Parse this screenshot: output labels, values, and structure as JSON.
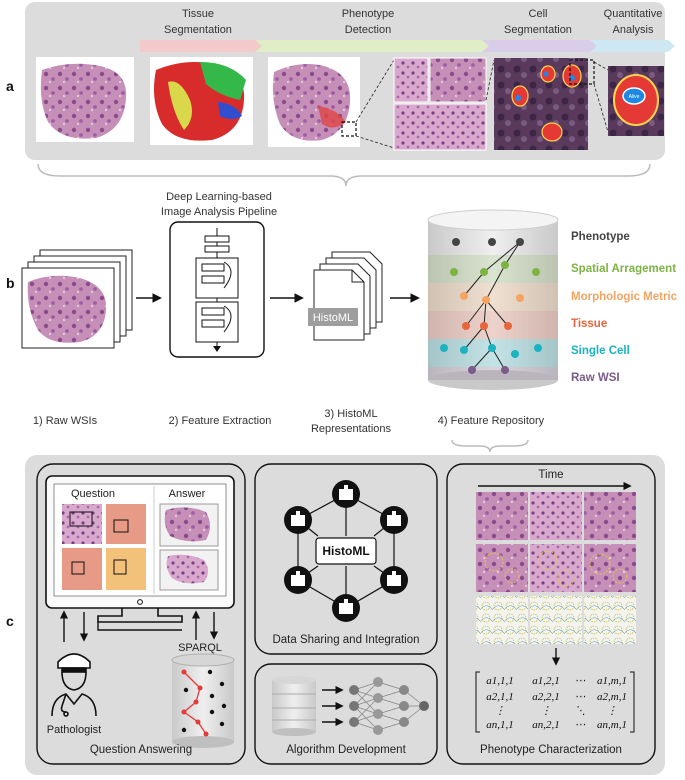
{
  "panel_labels": {
    "a": "a",
    "b": "b",
    "c": "c"
  },
  "panel_a": {
    "stages": [
      {
        "label_1": "Tissue",
        "label_2": "Segmentation"
      },
      {
        "label_1": "Phenotype",
        "label_2": "Detection"
      },
      {
        "label_1": "Cell",
        "label_2": "Segmentation"
      },
      {
        "label_1": "Quantitative",
        "label_2": "Analysis"
      }
    ],
    "stage_colors": [
      "#f3c9c9",
      "#dfeec7",
      "#d9cdea",
      "#cde8f2"
    ],
    "cell_tag": "Alive"
  },
  "panel_b": {
    "pipeline_title_1": "Deep Learning-based",
    "pipeline_title_2": "Image Analysis Pipeline",
    "histoml_tag": "HistoML",
    "steps": [
      {
        "line_1": "1) Raw WSIs",
        "line_2": ""
      },
      {
        "line_1": "2) Feature Extraction",
        "line_2": ""
      },
      {
        "line_1": "3) HistoML",
        "line_2": "Representations"
      },
      {
        "line_1": "4) Feature Repository",
        "line_2": ""
      }
    ],
    "layers": [
      {
        "name": "Phenotype",
        "color": "#444444"
      },
      {
        "name": "Spatial Arragement",
        "color": "#7cb342"
      },
      {
        "name": "Morphologic Metric",
        "color": "#f4a460"
      },
      {
        "name": "Tissue",
        "color": "#e8643a"
      },
      {
        "name": "Single Cell",
        "color": "#19b3c2"
      },
      {
        "name": "Raw WSI",
        "color": "#7a5c8a"
      }
    ]
  },
  "panel_c": {
    "qa": {
      "question_label": "Question",
      "answer_label": "Answer",
      "sparql_label": "SPARQL",
      "pathologist_label": "Pathologist",
      "caption": "Question Answering"
    },
    "sharing": {
      "center_label": "HistoML",
      "caption": "Data Sharing and Integration"
    },
    "algorithm": {
      "caption": "Algorithm Development"
    },
    "phenotype": {
      "time_label": "Time",
      "caption": "Phenotype Characterization",
      "matrix": [
        [
          "a1,1,1",
          "a1,2,1",
          "⋯",
          "a1,m,1"
        ],
        [
          "a2,1,1",
          "a2,2,1",
          "⋯",
          "a2,m,1"
        ],
        [
          "⋮",
          "⋮",
          "⋱",
          "⋮"
        ],
        [
          "an,1,1",
          "an,2,1",
          "⋯",
          "an,m,1"
        ]
      ]
    }
  }
}
